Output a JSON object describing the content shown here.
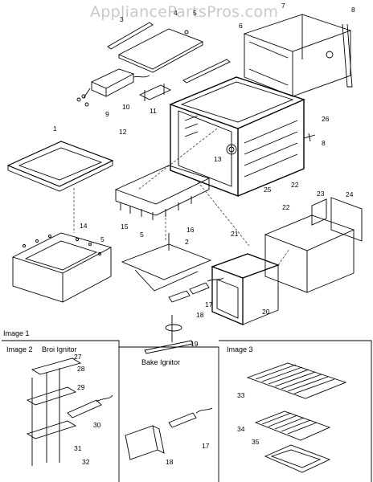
{
  "watermark": "AppliancePartsPros.com",
  "panels": {
    "image1": "Image 1",
    "image2": "Image 2",
    "image2_title": "Broi Ignitor",
    "image3": "Image 3",
    "bake": "Bake Ignitor"
  },
  "callouts": {
    "c1": "1",
    "c2": "2",
    "c3": "3",
    "c4": "4",
    "c5a": "5",
    "c5b": "5",
    "c5c": "5",
    "c6": "6",
    "c7": "7",
    "c8a": "8",
    "c8b": "8",
    "c9": "9",
    "c10": "10",
    "c11": "11",
    "c12": "12",
    "c13": "13",
    "c14": "14",
    "c15": "15",
    "c16": "16",
    "c17a": "17",
    "c17b": "17",
    "c18a": "18",
    "c18b": "18",
    "c19": "19",
    "c20": "20",
    "c21": "21",
    "c22a": "22",
    "c22b": "22",
    "c23": "23",
    "c24": "24",
    "c25": "25",
    "c26": "26",
    "c27": "27",
    "c28": "28",
    "c29": "29",
    "c30": "30",
    "c31": "31",
    "c32": "32",
    "c33": "33",
    "c34": "34",
    "c35": "35"
  }
}
